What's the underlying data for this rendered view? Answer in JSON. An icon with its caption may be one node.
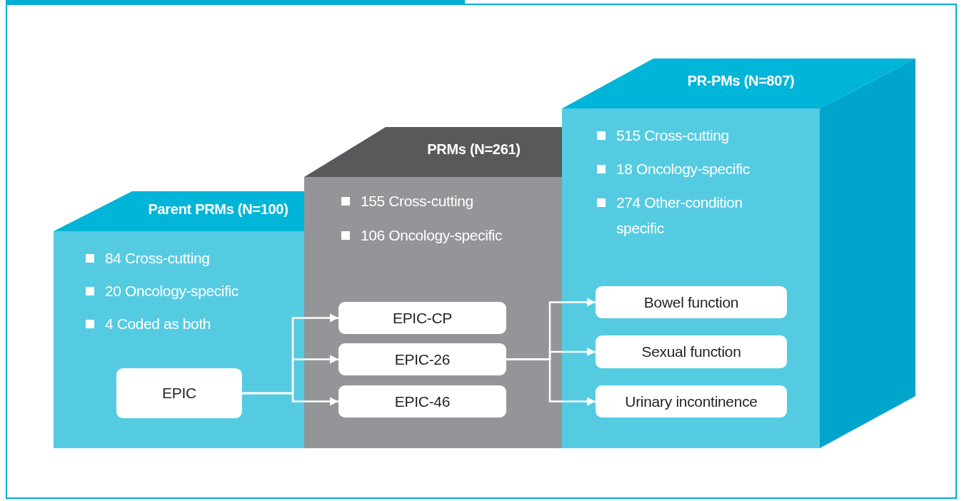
{
  "diagram": {
    "nodes": [
      {
        "text": [
          "Parent PRMs (N=100)",
          "84 Cross-cutting",
          "20 Oncology-specific",
          "4 Coded as both"
        ]
      },
      {
        "text": [
          "EPIC"
        ],
        "in": 0
      },
      {
        "text": [
          "PRMs (N=261)",
          "155 Cross-cutting",
          "106 Oncology-specific"
        ]
      },
      {
        "text": [
          "EPIC-CP"
        ],
        "in": 2
      },
      {
        "text": [
          "EPIC-26"
        ],
        "in": 2
      },
      {
        "text": [
          "EPIC-46"
        ],
        "in": 2
      },
      {
        "text": [
          "PR-PMs (N=807)",
          "515 Cross-cutting",
          "18 Oncology-specific",
          "274 Other-condition specific"
        ]
      },
      {
        "text": [
          "Bowel function"
        ],
        "in": 6
      },
      {
        "text": [
          "Sexual function"
        ],
        "in": 6
      },
      {
        "text": [
          "Urinary incontinence"
        ],
        "in": 6
      }
    ],
    "edges": [
      {
        "from": 1,
        "to": 3,
        "arrow": "to"
      },
      {
        "from": 1,
        "to": 4,
        "arrow": "to"
      },
      {
        "from": 1,
        "to": 5,
        "arrow": "to"
      },
      {
        "from": 4,
        "to": 7,
        "arrow": "to"
      },
      {
        "from": 4,
        "to": 8,
        "arrow": "to"
      },
      {
        "from": 4,
        "to": 9,
        "arrow": "to"
      }
    ]
  }
}
